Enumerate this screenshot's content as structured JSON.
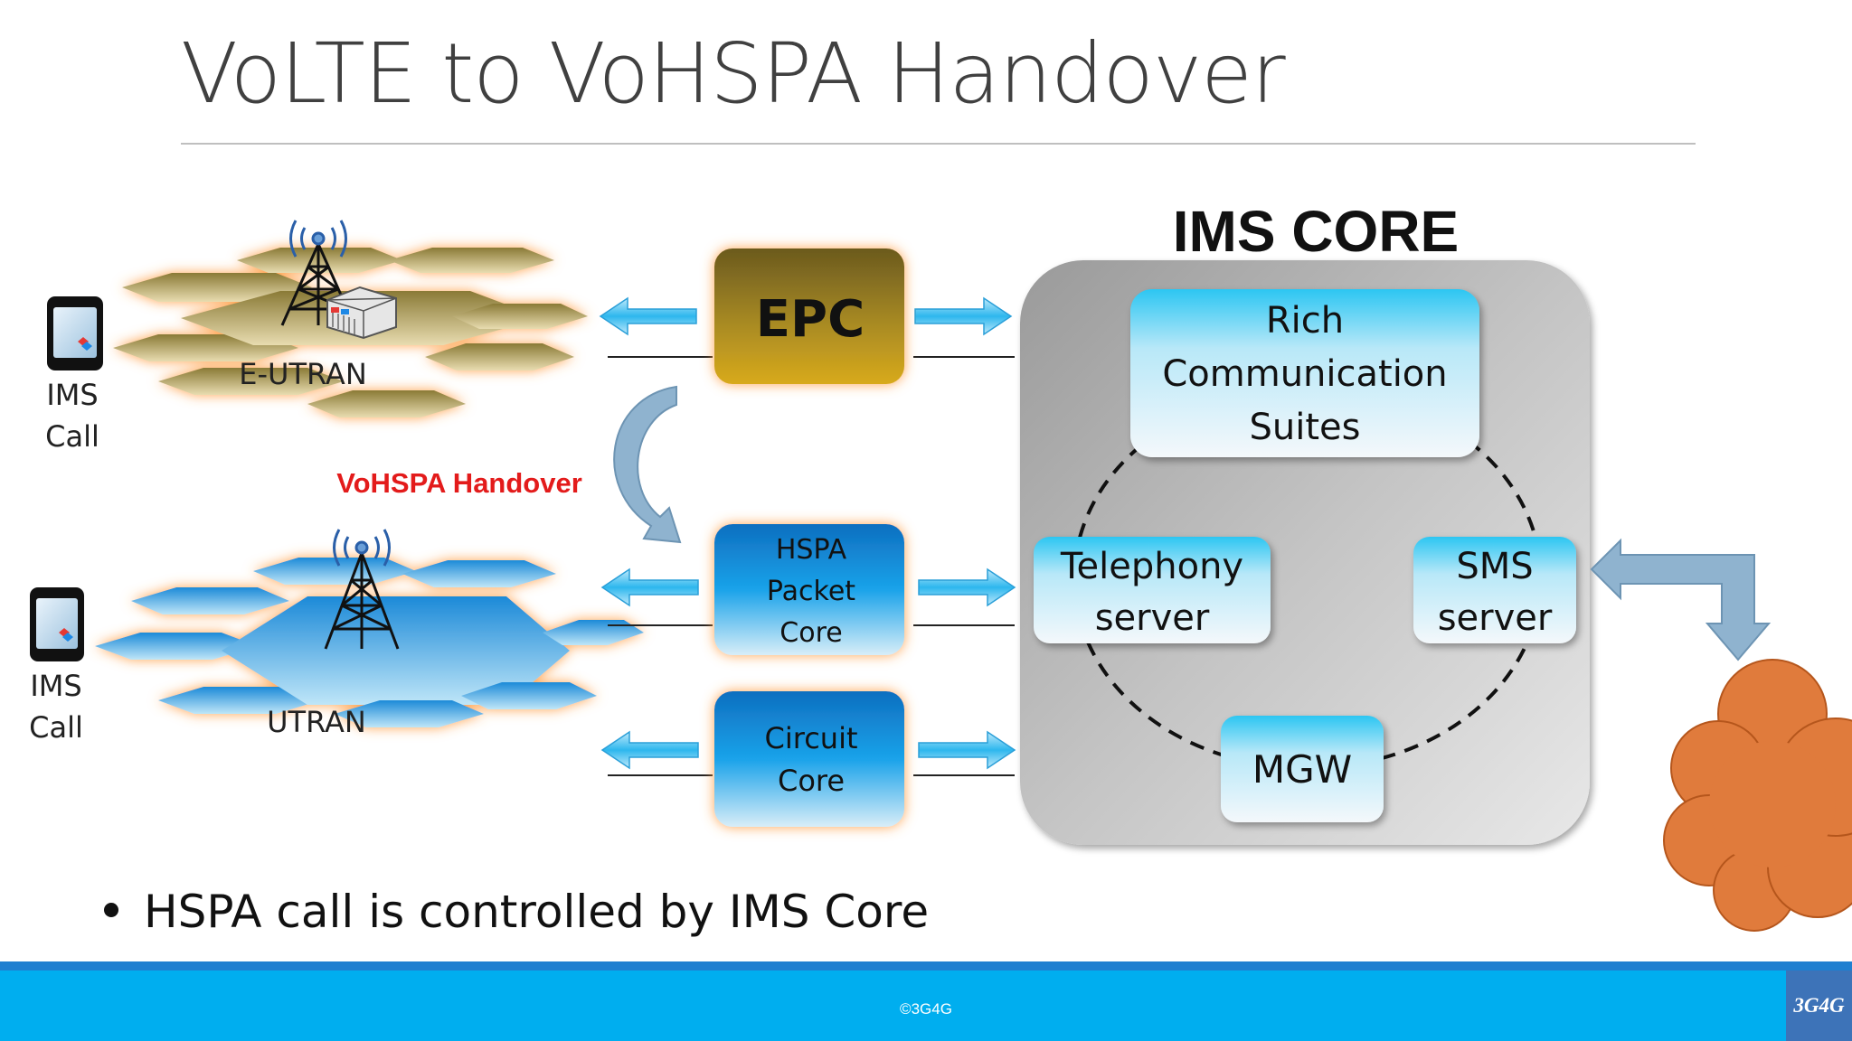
{
  "slide": {
    "title": "VoLTE to VoHSPA Handover",
    "bullet": "HSPA call is controlled by IMS Core",
    "footer": "©3G4G",
    "logo": "3G4G"
  },
  "diagram": {
    "ims_core_title": "IMS CORE",
    "rcs": [
      "Rich",
      "Communication",
      "Suites"
    ],
    "telephony": [
      "Telephony",
      "server"
    ],
    "sms": [
      "SMS",
      "server"
    ],
    "mgw": "MGW",
    "epc": "EPC",
    "hspa": [
      "HSPA",
      "Packet",
      "Core"
    ],
    "circuit": [
      "Circuit",
      "Core"
    ],
    "eutran": "E-UTRAN",
    "utran": "UTRAN",
    "ims_call_top": [
      "IMS",
      "Call"
    ],
    "ims_call_bottom": [
      "IMS",
      "Call"
    ],
    "handover_label": "VoHSPA Handover"
  },
  "colors": {
    "handover_text": "#e31b1b",
    "footer": "#00aeef",
    "cloud": "#e07b3c",
    "epc_gold": "#c9a21a",
    "blue_box": "#1aa0e8"
  }
}
